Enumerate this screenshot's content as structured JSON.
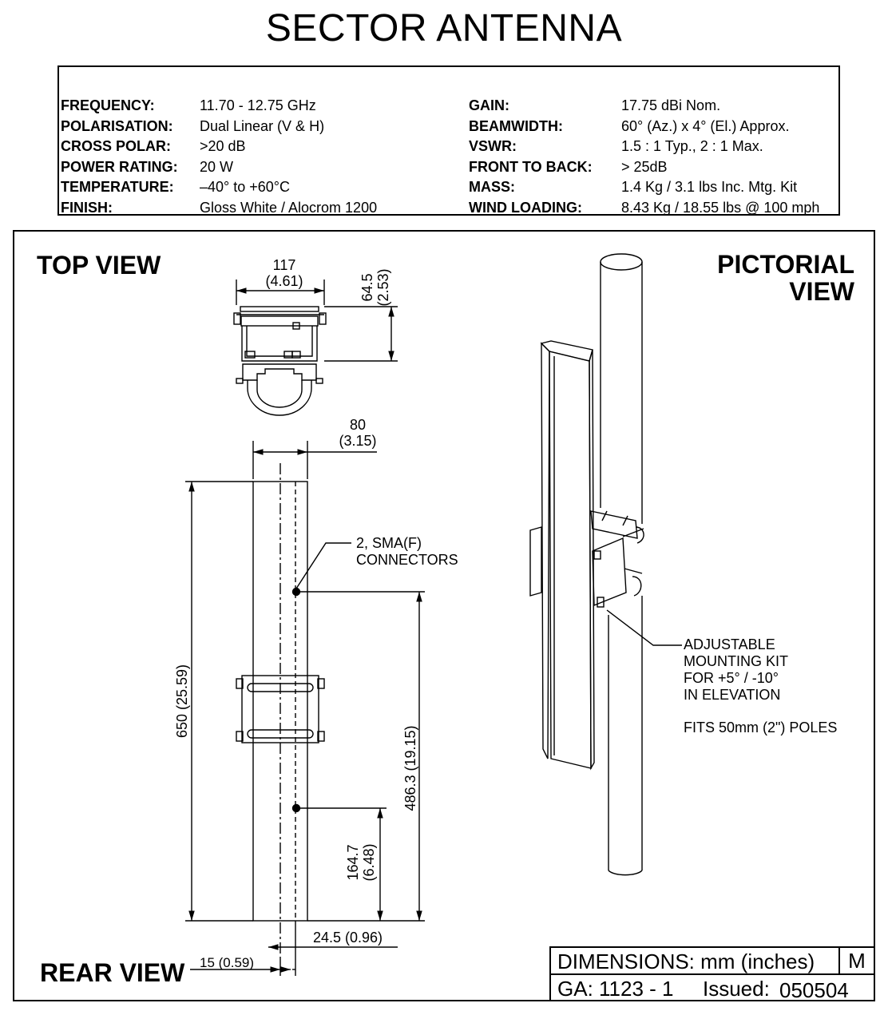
{
  "title": "SECTOR ANTENNA",
  "specs_left": [
    {
      "label": "FREQUENCY:",
      "value": "11.70 - 12.75 GHz"
    },
    {
      "label": "POLARISATION:",
      "value": "Dual Linear (V & H)"
    },
    {
      "label": "CROSS POLAR:",
      "value": ">20 dB"
    },
    {
      "label": "POWER RATING:",
      "value": "20 W"
    },
    {
      "label": "TEMPERATURE:",
      "value": "–40° to +60°C"
    },
    {
      "label": "FINISH:",
      "value": "Gloss White / Alocrom 1200"
    }
  ],
  "specs_right": [
    {
      "label": "GAIN:",
      "value": "17.75 dBi Nom."
    },
    {
      "label": "BEAMWIDTH:",
      "value": "60° (Az.) x 4° (El.) Approx."
    },
    {
      "label": "VSWR:",
      "value": "1.5 : 1 Typ., 2 : 1 Max."
    },
    {
      "label": "FRONT TO BACK:",
      "value": "> 25dB"
    },
    {
      "label": "MASS:",
      "value": "1.4 Kg / 3.1 lbs Inc. Mtg. Kit"
    },
    {
      "label": "WIND LOADING:",
      "value": "8.43 Kg / 18.55 lbs @ 100 mph"
    }
  ],
  "views": {
    "top": "TOP VIEW",
    "rear": "REAR VIEW",
    "pictorial_line1": "PICTORIAL",
    "pictorial_line2": "VIEW"
  },
  "dimensions": {
    "top_width_mm": "117",
    "top_width_in": "(4.61)",
    "top_depth_mm": "64.5",
    "top_depth_in": "(2.53)",
    "rear_width_mm": "80",
    "rear_width_in": "(3.15)",
    "overall_length": "650 (25.59)",
    "connector_span": "486.3 (19.15)",
    "lower_conn_mm": "164.7",
    "lower_conn_in": "(6.48)",
    "conn_offset": "24.5 (0.96)",
    "center_offset": "15 (0.59)"
  },
  "notes": {
    "connectors_line1": "2, SMA(F)",
    "connectors_line2": "CONNECTORS",
    "mount_line1": "ADJUSTABLE",
    "mount_line2": "MOUNTING KIT",
    "mount_line3": "FOR +5° / -10°",
    "mount_line4": "IN ELEVATION",
    "poles": "FITS 50mm (2\") POLES"
  },
  "title_block": {
    "dimensions": "DIMENSIONS: mm (inches)",
    "rev": "M",
    "ga": "GA: 1123 - 1",
    "issued_label": "Issued:",
    "issued_value": "050504"
  }
}
